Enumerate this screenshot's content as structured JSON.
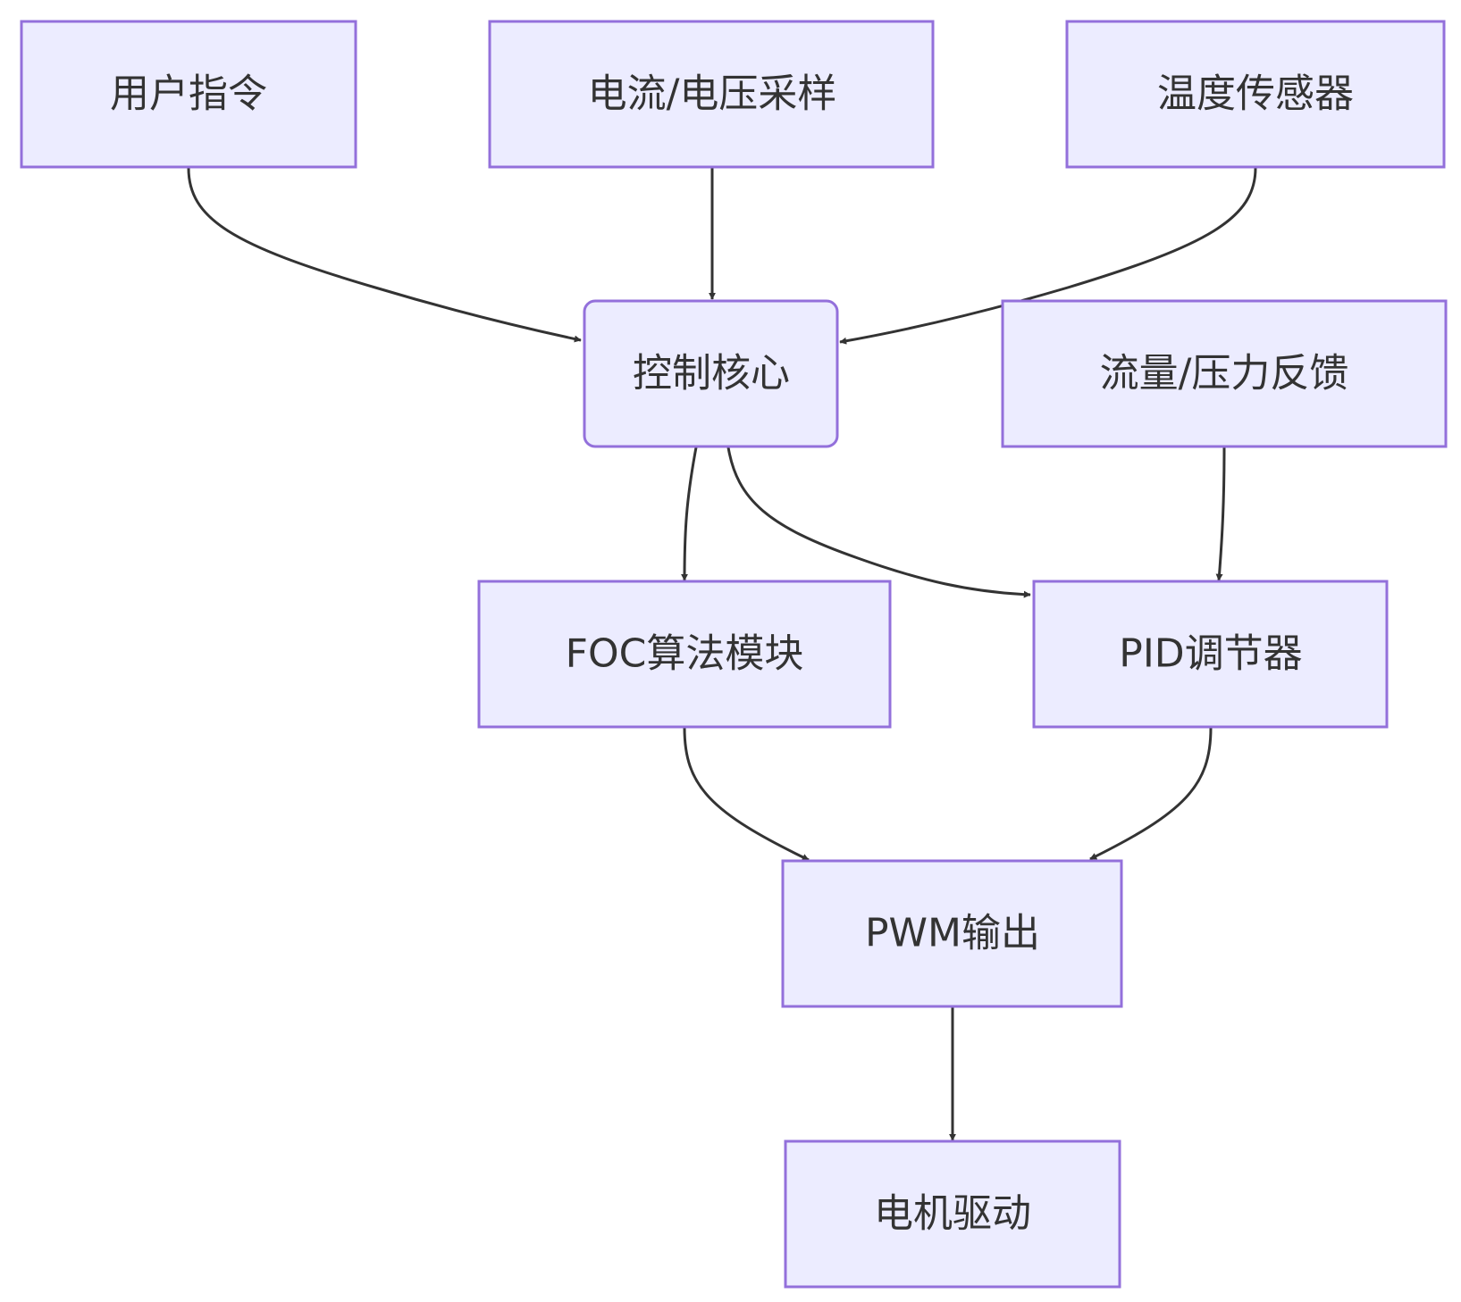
{
  "nodes": {
    "user_command": "用户指令",
    "current_voltage_sampling": "电流/电压采样",
    "temperature_sensor": "温度传感器",
    "control_core": "控制核心",
    "flow_pressure_feedback": "流量/压力反馈",
    "foc_module": "FOC算法模块",
    "pid_regulator": "PID调节器",
    "pwm_output": "PWM输出",
    "motor_drive": "电机驱动"
  },
  "edges": [
    {
      "from": "user_command",
      "to": "control_core"
    },
    {
      "from": "current_voltage_sampling",
      "to": "control_core"
    },
    {
      "from": "temperature_sensor",
      "to": "control_core"
    },
    {
      "from": "control_core",
      "to": "foc_module"
    },
    {
      "from": "control_core",
      "to": "pid_regulator"
    },
    {
      "from": "flow_pressure_feedback",
      "to": "pid_regulator"
    },
    {
      "from": "foc_module",
      "to": "pwm_output"
    },
    {
      "from": "pid_regulator",
      "to": "pwm_output"
    },
    {
      "from": "pwm_output",
      "to": "motor_drive"
    }
  ],
  "colors": {
    "node_fill": "#ECECFF",
    "node_stroke": "#9370DB",
    "edge": "#333333",
    "text": "#333333"
  }
}
